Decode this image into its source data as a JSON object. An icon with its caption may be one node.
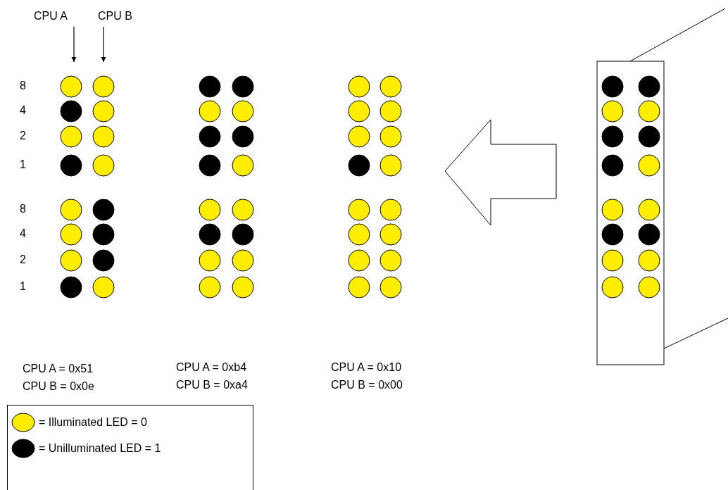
{
  "diagram": {
    "nodes": [
      {
        "text": [
          "CPU A"
        ]
      },
      {
        "text": [
          "CPU B"
        ]
      }
    ],
    "edges": [
      {
        "from": 0,
        "to": null,
        "arrow": "to"
      },
      {
        "from": 1,
        "to": null,
        "arrow": "to"
      }
    ],
    "labels": [
      "8",
      "4",
      "2",
      "1",
      "8",
      "4",
      "2",
      "1",
      "CPU A = 0x51",
      "CPU B = 0x0e",
      "CPU A = 0xb4",
      "CPU B = 0xa4",
      "CPU A = 0x10",
      "CPU B = 0x00"
    ],
    "legend": [
      {
        "text": "= Illuminated LED = 0",
        "color": "#ffee00"
      },
      {
        "text": "= Unilluminated LED = 1",
        "color": "#000000"
      }
    ]
  }
}
